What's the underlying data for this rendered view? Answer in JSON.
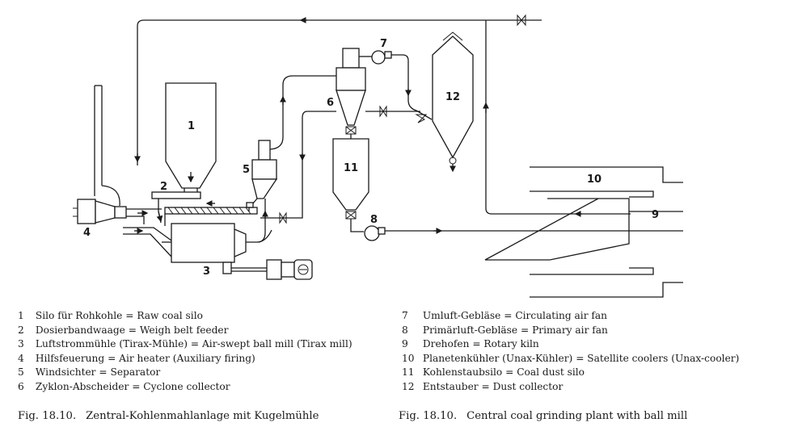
{
  "components": [
    {
      "number": "1",
      "de": "Silo für Rohkohle",
      "en": "Raw coal silo"
    },
    {
      "number": "2",
      "de": "Dosierbandwaage",
      "en": "Weigh belt feeder"
    },
    {
      "number": "3",
      "de": "Luftstrommühle (Tirax-Mühle)",
      "en": "Air-swept ball mill (Tirax mill)"
    },
    {
      "number": "4",
      "de": "Hilfsfeuerung",
      "en": "Air heater (Auxiliary firing)"
    },
    {
      "number": "5",
      "de": "Windsichter",
      "en": "Separator"
    },
    {
      "number": "6",
      "de": "Zyklon-Abscheider",
      "en": "Cyclone collector"
    },
    {
      "number": "7",
      "de": "Umluft-Gebläse",
      "en": "Circulating air fan"
    },
    {
      "number": "8",
      "de": "Primärluft-Gebläse",
      "en": "Primary air fan"
    },
    {
      "number": "9",
      "de": "Drehofen",
      "en": "Rotary kiln"
    },
    {
      "number": "10",
      "de": "Planetenkühler (Unax-Kühler)",
      "en": "Satellite coolers (Unax-cooler)"
    },
    {
      "number": "11",
      "de": "Kohlenstaubsilo",
      "en": "Coal dust silo"
    },
    {
      "number": "12",
      "de": "Entstauber",
      "en": "Dust collector"
    }
  ],
  "separator": "=",
  "captions": {
    "fig_number": "Fig. 18.10.",
    "de": "Zentral-Kohlenmahlanlage mit Kugelmühle",
    "en": "Central coal grinding plant with ball mill"
  },
  "icons": [
    "arrow-icon",
    "valve-icon",
    "fan-icon",
    "motor-icon"
  ]
}
